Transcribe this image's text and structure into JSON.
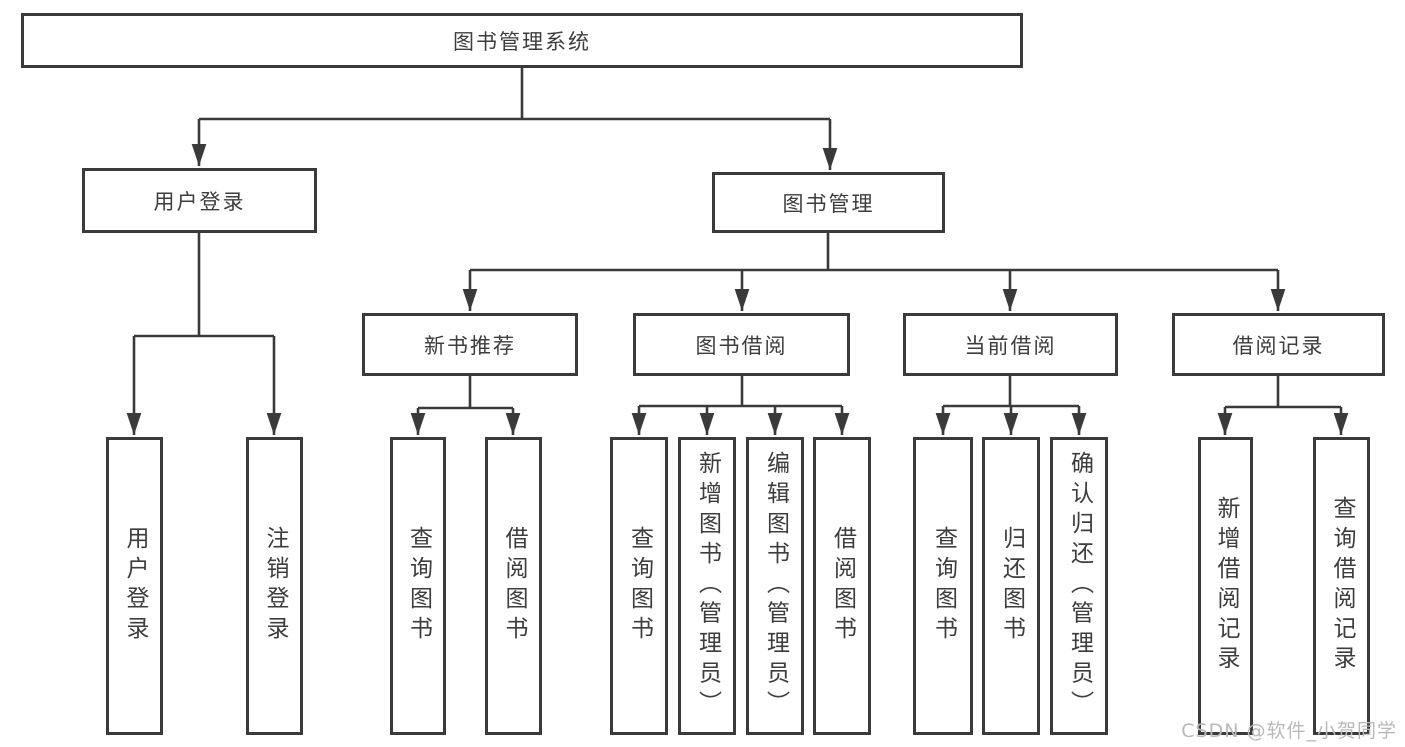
{
  "diagram": {
    "root": {
      "label": "图书管理系统",
      "children": [
        {
          "label": "用户登录",
          "children": [
            {
              "label": "用户登录"
            },
            {
              "label": "注销登录"
            }
          ]
        },
        {
          "label": "图书管理",
          "children": [
            {
              "label": "新书推荐",
              "children": [
                {
                  "label": "查询图书"
                },
                {
                  "label": "借阅图书"
                }
              ]
            },
            {
              "label": "图书借阅",
              "children": [
                {
                  "label": "查询图书"
                },
                {
                  "label": "新增图书（管理员）"
                },
                {
                  "label": "编辑图书（管理员）"
                },
                {
                  "label": "借阅图书"
                }
              ]
            },
            {
              "label": "当前借阅",
              "children": [
                {
                  "label": "查询图书"
                },
                {
                  "label": "归还图书"
                },
                {
                  "label": "确认归还（管理员）"
                }
              ]
            },
            {
              "label": "借阅记录",
              "children": [
                {
                  "label": "新增借阅记录"
                },
                {
                  "label": "查询借阅记录"
                }
              ]
            }
          ]
        }
      ]
    }
  },
  "watermark": {
    "text": "CSDN @软件_小贺同学",
    "color": "#b9b9b9"
  },
  "colors": {
    "line": "#3a3a3a",
    "text": "#3d3d3d",
    "background": "#ffffff"
  }
}
